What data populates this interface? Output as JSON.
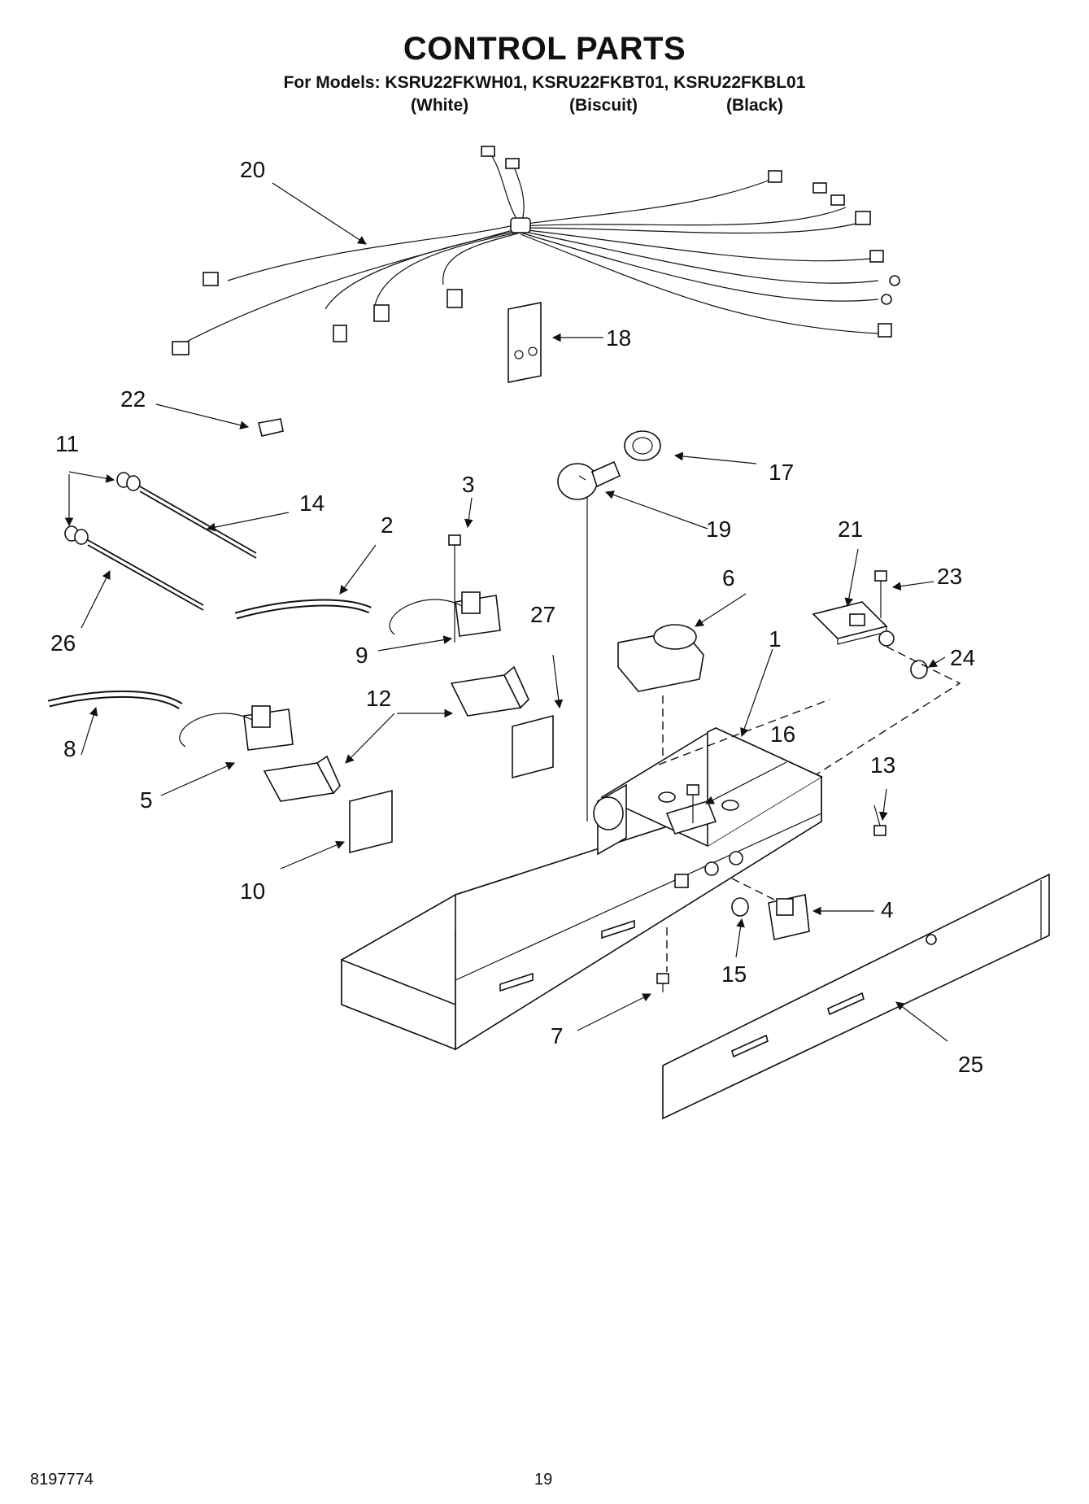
{
  "title": "CONTROL PARTS",
  "models_line": "For Models: KSRU22FKWH01, KSRU22FKBT01, KSRU22FKBL01",
  "color_labels": [
    "(White)",
    "(Biscuit)",
    "(Black)"
  ],
  "callouts": [
    "1",
    "2",
    "3",
    "4",
    "5",
    "6",
    "7",
    "8",
    "9",
    "10",
    "11",
    "12",
    "13",
    "14",
    "15",
    "16",
    "17",
    "18",
    "19",
    "20",
    "21",
    "22",
    "23",
    "24",
    "25",
    "26",
    "27"
  ],
  "footer": {
    "doc_number": "8197774",
    "page_number": "19"
  }
}
